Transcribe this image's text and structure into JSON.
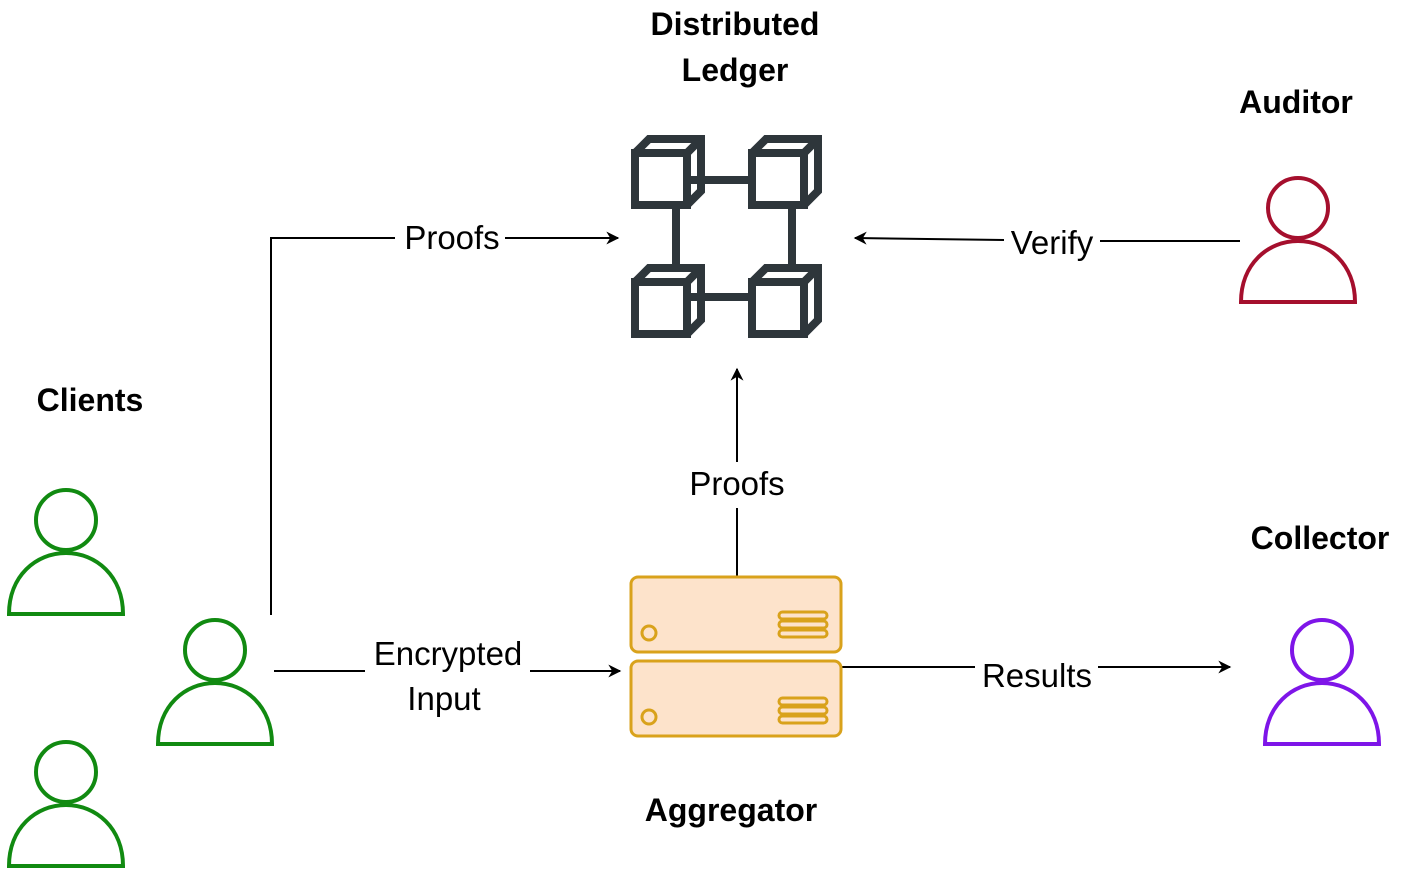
{
  "nodes": {
    "ledger": {
      "title_line1": "Distributed",
      "title_line2": "Ledger",
      "icon": "blockchain-icon"
    },
    "auditor": {
      "title": "Auditor",
      "icon": "person-icon",
      "color": "#a50f2d"
    },
    "clients": {
      "title": "Clients",
      "icon": "person-icon",
      "color": "#118a11"
    },
    "aggregator": {
      "title": "Aggregator",
      "icon": "server-icon",
      "fill": "#fde3cb",
      "stroke": "#d9a21b"
    },
    "collector": {
      "title": "Collector",
      "icon": "person-icon",
      "color": "#7e15e8"
    }
  },
  "edges": {
    "client_to_ledger": {
      "label": "Proofs"
    },
    "auditor_to_ledger": {
      "label": "Verify"
    },
    "aggregator_to_ledger": {
      "label": "Proofs"
    },
    "client_to_aggregator": {
      "label_line1": "Encrypted",
      "label_line2": "Input"
    },
    "aggregator_to_collector": {
      "label": "Results"
    }
  },
  "colors": {
    "ledger_icon": "#2e363b",
    "edge": "#000000"
  }
}
